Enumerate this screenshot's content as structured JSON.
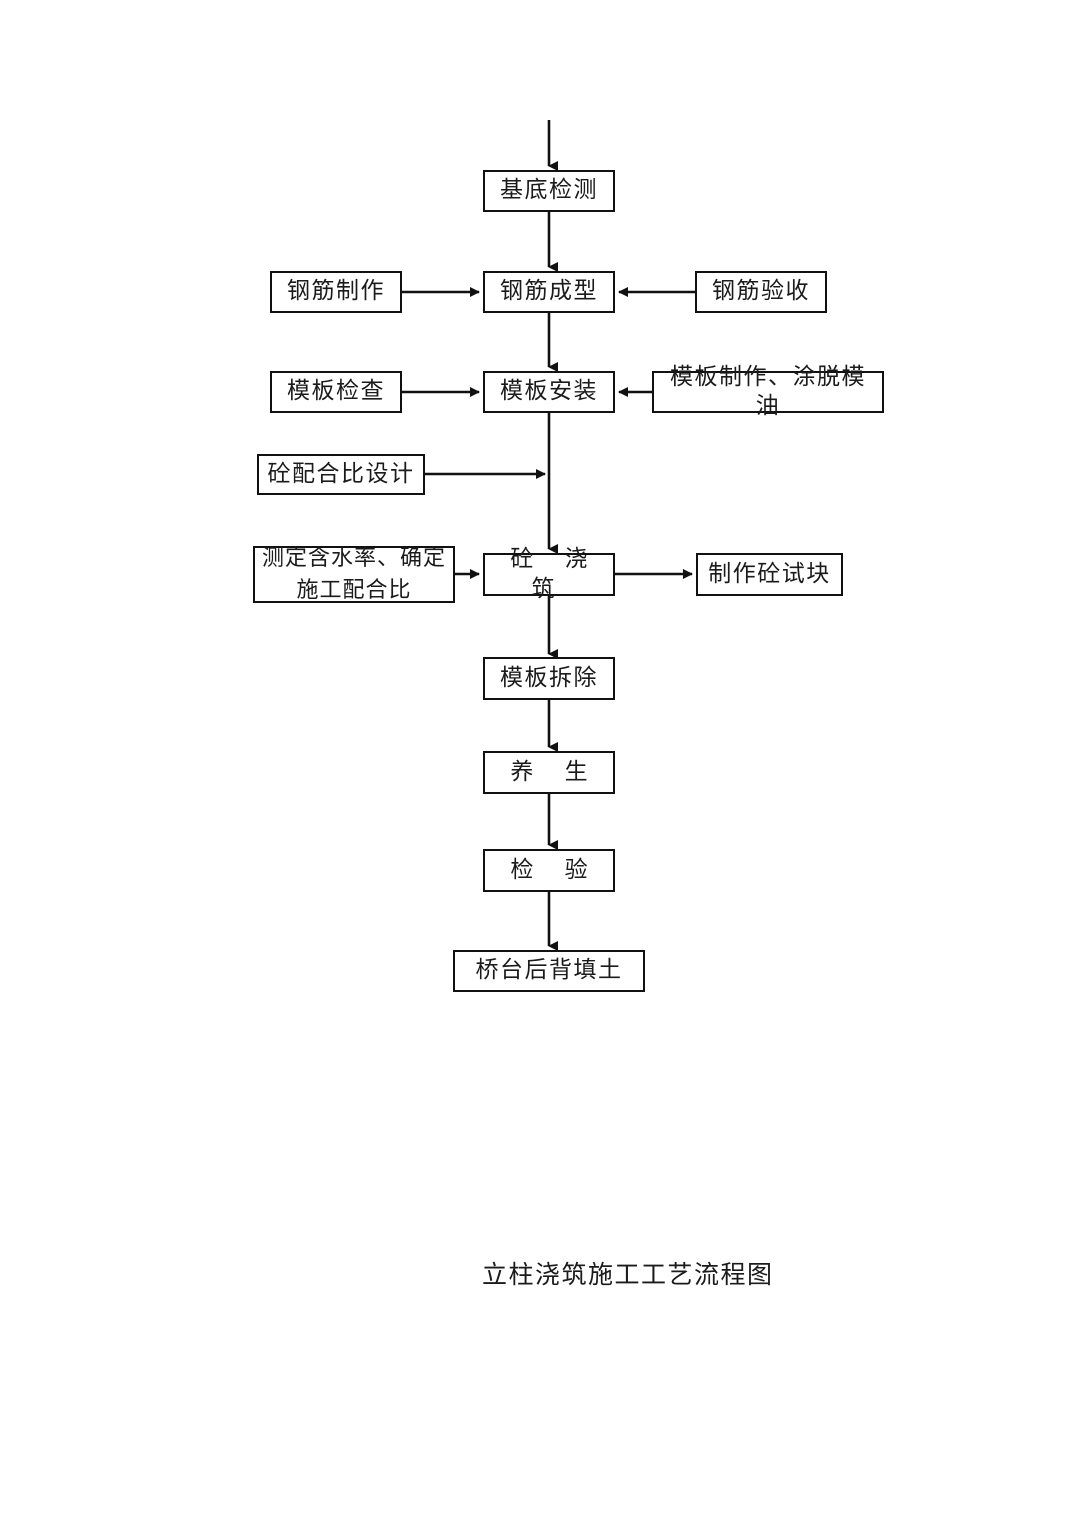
{
  "document": {
    "type": "flowchart",
    "caption": "立柱浇筑施工工艺流程图",
    "background_color": "#ffffff",
    "line_color": "#111111",
    "text_color": "#1b1b1b"
  },
  "nodes": {
    "base_inspection": {
      "label": "基底检测"
    },
    "rebar_fabrication": {
      "label": "钢筋制作"
    },
    "rebar_forming": {
      "label": "钢筋成型"
    },
    "rebar_acceptance": {
      "label": "钢筋验收"
    },
    "formwork_check": {
      "label": "模板检查"
    },
    "formwork_install": {
      "label": "模板安装"
    },
    "formwork_make_oil": {
      "label": "模板制作、涂脱模油"
    },
    "mix_design": {
      "label": "砼配合比设计"
    },
    "moisture_test": {
      "label": "测定含水率、确定\n施工配合比"
    },
    "concrete_pouring": {
      "label": "砼 浇 筑"
    },
    "make_test_blocks": {
      "label": "制作砼试块"
    },
    "formwork_removal": {
      "label": "模板拆除"
    },
    "curing": {
      "label": "养 生"
    },
    "inspection": {
      "label": "检 验"
    },
    "abutment_backfill": {
      "label": "桥台后背填土"
    }
  },
  "edges": [
    {
      "from": "entry",
      "to": "base_inspection",
      "direction": "down"
    },
    {
      "from": "base_inspection",
      "to": "rebar_forming",
      "direction": "down"
    },
    {
      "from": "rebar_fabrication",
      "to": "rebar_forming",
      "direction": "right"
    },
    {
      "from": "rebar_acceptance",
      "to": "rebar_forming",
      "direction": "left"
    },
    {
      "from": "rebar_forming",
      "to": "formwork_install",
      "direction": "down"
    },
    {
      "from": "formwork_check",
      "to": "formwork_install",
      "direction": "right"
    },
    {
      "from": "formwork_make_oil",
      "to": "formwork_install",
      "direction": "left"
    },
    {
      "from": "formwork_install",
      "to": "concrete_pouring",
      "direction": "down"
    },
    {
      "from": "mix_design",
      "to": "trunk",
      "direction": "right"
    },
    {
      "from": "moisture_test",
      "to": "concrete_pouring",
      "direction": "right"
    },
    {
      "from": "concrete_pouring",
      "to": "make_test_blocks",
      "direction": "right"
    },
    {
      "from": "concrete_pouring",
      "to": "formwork_removal",
      "direction": "down"
    },
    {
      "from": "formwork_removal",
      "to": "curing",
      "direction": "down"
    },
    {
      "from": "curing",
      "to": "inspection",
      "direction": "down"
    },
    {
      "from": "inspection",
      "to": "abutment_backfill",
      "direction": "down"
    }
  ]
}
